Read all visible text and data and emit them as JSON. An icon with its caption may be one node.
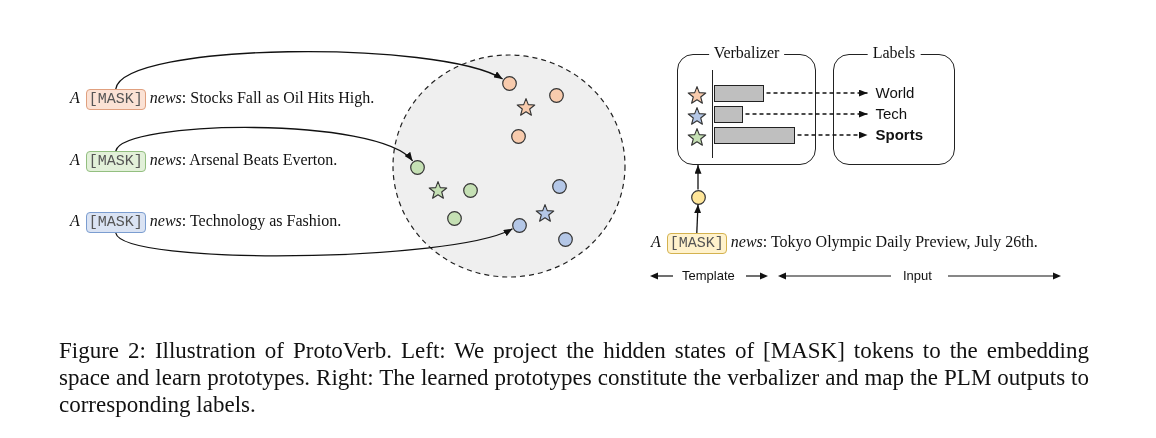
{
  "diagram": {
    "caption": "Figure 2: Illustration of ProtoVerb. Left: We project the hidden states of [MASK] tokens to the embedding space and learn prototypes. Right: The learned prototypes constitute the verbalizer and map the PLM outputs to corresponding labels.",
    "nodes": [
      {
        "text": [
          "[MASK]"
        ],
        "beside": [
          "A",
          "*news*: Stocks Fall as Oil Hits High."
        ]
      },
      {
        "text": [
          "[MASK]"
        ],
        "beside": [
          "A",
          "*news*: Arsenal Beats Everton."
        ]
      },
      {
        "text": [
          "[MASK]"
        ],
        "beside": [
          "A",
          "*news*: Technology as Fashion."
        ]
      },
      {
        "text": [],
        "shape": "circle"
      },
      {
        "text": [],
        "shape": "circle",
        "in": 3
      },
      {
        "text": [],
        "shape": "circle",
        "in": 3
      },
      {
        "text": [],
        "shape": "star",
        "in": 3
      },
      {
        "text": [],
        "shape": "circle",
        "in": 3
      },
      {
        "text": [],
        "shape": "circle",
        "in": 3
      },
      {
        "text": [],
        "shape": "circle",
        "in": 3
      },
      {
        "text": [],
        "shape": "star",
        "in": 3
      },
      {
        "text": [],
        "shape": "circle",
        "in": 3
      },
      {
        "text": [],
        "shape": "star",
        "in": 3
      },
      {
        "text": [],
        "shape": "circle",
        "in": 3
      },
      {
        "text": [],
        "shape": "circle",
        "in": 3
      },
      {
        "text": [],
        "shape": "circle",
        "in": 3
      },
      {
        "text": [
          "Verbalizer"
        ]
      },
      {
        "text": [],
        "shape": "star",
        "in": 16
      },
      {
        "text": [],
        "shape": "bar",
        "in": 16
      },
      {
        "text": [],
        "shape": "star",
        "in": 16
      },
      {
        "text": [],
        "shape": "bar",
        "in": 16
      },
      {
        "text": [],
        "shape": "star",
        "in": 16
      },
      {
        "text": [],
        "shape": "bar",
        "in": 16
      },
      {
        "text": [
          "Labels"
        ]
      },
      {
        "text": [
          "World"
        ],
        "in": 23
      },
      {
        "text": [
          "Tech"
        ],
        "in": 23
      },
      {
        "text": [
          "Sports"
        ],
        "in": 23
      },
      {
        "text": [],
        "shape": "circle"
      },
      {
        "text": [
          "[MASK]"
        ],
        "beside": [
          "A",
          "*news*: Tokyo Olympic Daily Preview, July 26th."
        ]
      }
    ],
    "edges": [
      {
        "from": 0,
        "to": 4,
        "arrow": "to"
      },
      {
        "from": 1,
        "to": 8,
        "arrow": "to"
      },
      {
        "from": 2,
        "to": 14,
        "arrow": "to"
      },
      {
        "from": 18,
        "to": 24,
        "arrow": "to",
        "style": "dashed"
      },
      {
        "from": 20,
        "to": 25,
        "arrow": "to",
        "style": "dashed"
      },
      {
        "from": 22,
        "to": 26,
        "arrow": "to",
        "style": "dashed"
      },
      {
        "from": 28,
        "to": 27,
        "arrow": "to"
      },
      {
        "from": 27,
        "to": 16,
        "arrow": "to"
      }
    ],
    "labels": [
      "Template",
      "Input"
    ]
  }
}
